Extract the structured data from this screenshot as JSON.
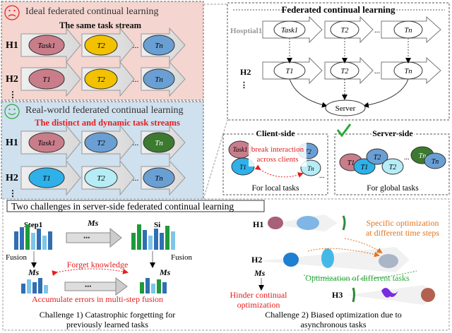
{
  "ideal": {
    "title": "Ideal federated continual learning",
    "subtitle": "The same task stream",
    "rows": [
      {
        "label": "H1",
        "tasks": [
          "Task1",
          "T2",
          "...",
          "Tn"
        ]
      },
      {
        "label": "H2",
        "tasks": [
          "T1",
          "T2",
          "...",
          "Tn"
        ]
      }
    ],
    "more": "⋮"
  },
  "realworld": {
    "title": "Real-world federated continual learning",
    "subtitle": "The distinct and dynamic task streams",
    "rows": [
      {
        "label": "H1",
        "tasks": [
          "Task1",
          "T2",
          "...",
          "Tn"
        ]
      },
      {
        "label": "H2",
        "tasks": [
          "T1",
          "T2",
          "...",
          "Tn"
        ]
      }
    ],
    "more": "⋮"
  },
  "fcl": {
    "title": "Federated continual learning",
    "rows": [
      {
        "label": "Hosptial1",
        "tasks": [
          "Task1",
          "T2",
          "...",
          "Tn"
        ]
      },
      {
        "label": "H2",
        "tasks": [
          "T1",
          "T2",
          "...",
          "Tn"
        ]
      }
    ],
    "more": "⋮",
    "server": "Server"
  },
  "client_side": {
    "title": "Client-side",
    "annotation": "break interaction across clients",
    "footer": "For local tasks",
    "tasks": [
      "Task1",
      "T1",
      "T2",
      "Tn"
    ]
  },
  "server_side": {
    "title": "Server-side",
    "footer": "For global tasks",
    "tasks": [
      "T1",
      "T1",
      "T2",
      "T2",
      "Tn",
      "Tn"
    ]
  },
  "challenges": {
    "header": "Two challenges in server-side federated continual learning",
    "left": {
      "step1": "Step1",
      "ms": "Ms",
      "si": "Si",
      "fusion_left": "Fusion",
      "fusion_right": "Fusion",
      "forget": "Forget knowledge",
      "accumulate": "Accumulate errors in multi-step fusion",
      "caption_line1": "Challenge 1) Catastrophic forgetting for",
      "caption_line2": "previously learned tasks"
    },
    "right": {
      "rows": [
        "H1",
        "H2",
        "H3"
      ],
      "specific_line1": "Specific optimization",
      "specific_line2": "at different time steps",
      "optimization": "Optimization of different tasks",
      "ms": "Ms",
      "hinder_line1": "Hinder continual",
      "hinder_line2": "optimization",
      "caption_line1": "Challenge 2) Biased optimization due to",
      "caption_line2": "asynchronous tasks"
    }
  },
  "colors": {
    "ideal_bg": "#f4d5cf",
    "realworld_bg": "#cfe0ee",
    "task1_pink": "#c97d8a",
    "task_yellow": "#f2c200",
    "task_blue": "#6a9fd4",
    "task_green": "#3c7a30",
    "task_cyan": "#2fb0e8",
    "task_lightcyan": "#b5ecf6",
    "red": "#e41e1e",
    "orange": "#e3741e",
    "green_check": "#2aa83a"
  }
}
